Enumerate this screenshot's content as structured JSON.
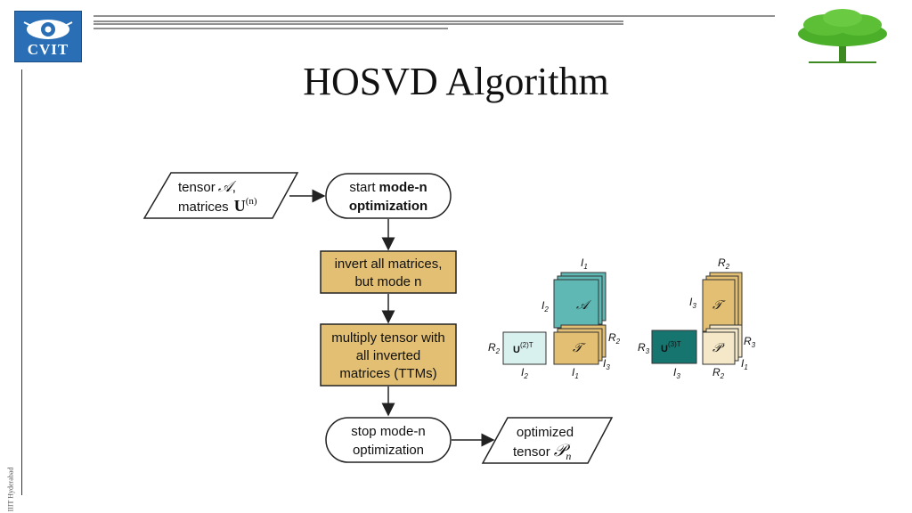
{
  "slide": {
    "title": "HOSVD Algorithm",
    "logo_text": "CVIT",
    "side_text": "IIIT Hyderabad"
  },
  "flowchart": {
    "input": {
      "line1": "tensor",
      "line1_symbol": "𝒜",
      "line1_suffix": ",",
      "line2": "matrices",
      "line2_symbol": "U",
      "line2_sup": "(n)"
    },
    "start": {
      "prefix": "start",
      "bold1": "mode-n",
      "bold2": "optimization"
    },
    "step1": {
      "line1": "invert all matrices,",
      "line2": "but mode n"
    },
    "step2": {
      "line1": "multiply tensor with",
      "line2": "all inverted",
      "line3": "matrices (TTMs)"
    },
    "stop": {
      "line1": "stop mode-n",
      "line2": "optimization"
    },
    "output": {
      "line1": "optimized",
      "line2": "tensor",
      "symbol": "𝒫",
      "sub": "n"
    }
  },
  "tensor_diagram_1": {
    "matrix_label": "U",
    "matrix_sup": "(2)T",
    "tensor_top": "𝒜",
    "tensor_bottom": "𝒯",
    "labels": {
      "I1_top": "I",
      "I1_top_sub": "1",
      "I2_left": "I",
      "I2_left_sub": "2",
      "R2_right": "R",
      "R2_right_sub": "2",
      "I3_right": "I",
      "I3_right_sub": "3",
      "I1_bottom": "I",
      "I1_bottom_sub": "1",
      "R2_mat": "R",
      "R2_mat_sub": "2",
      "I2_mat": "I",
      "I2_mat_sub": "2"
    }
  },
  "tensor_diagram_2": {
    "matrix_label": "U",
    "matrix_sup": "(3)T",
    "tensor_top": "𝒯",
    "tensor_bottom": "𝒫",
    "labels": {
      "R2_top": "R",
      "R2_top_sub": "2",
      "I3_left": "I",
      "I3_left_sub": "3",
      "R3_right": "R",
      "R3_right_sub": "3",
      "I1_right": "I",
      "I1_right_sub": "1",
      "R2_bottom": "R",
      "R2_bottom_sub": "2",
      "R3_mat": "R",
      "R3_mat_sub": "3",
      "I3_mat": "I",
      "I3_mat_sub": "3"
    }
  },
  "colors": {
    "box_fill": "#e2bf73",
    "tensor_a": "#5fb8b4",
    "tensor_t": "#e2bf73",
    "tensor_p": "#f5e8c8",
    "matrix_light": "#d8f0ee",
    "matrix_dark": "#16756f",
    "logo_blue": "#2a6fb5",
    "tree_green": "#4caf2a"
  }
}
